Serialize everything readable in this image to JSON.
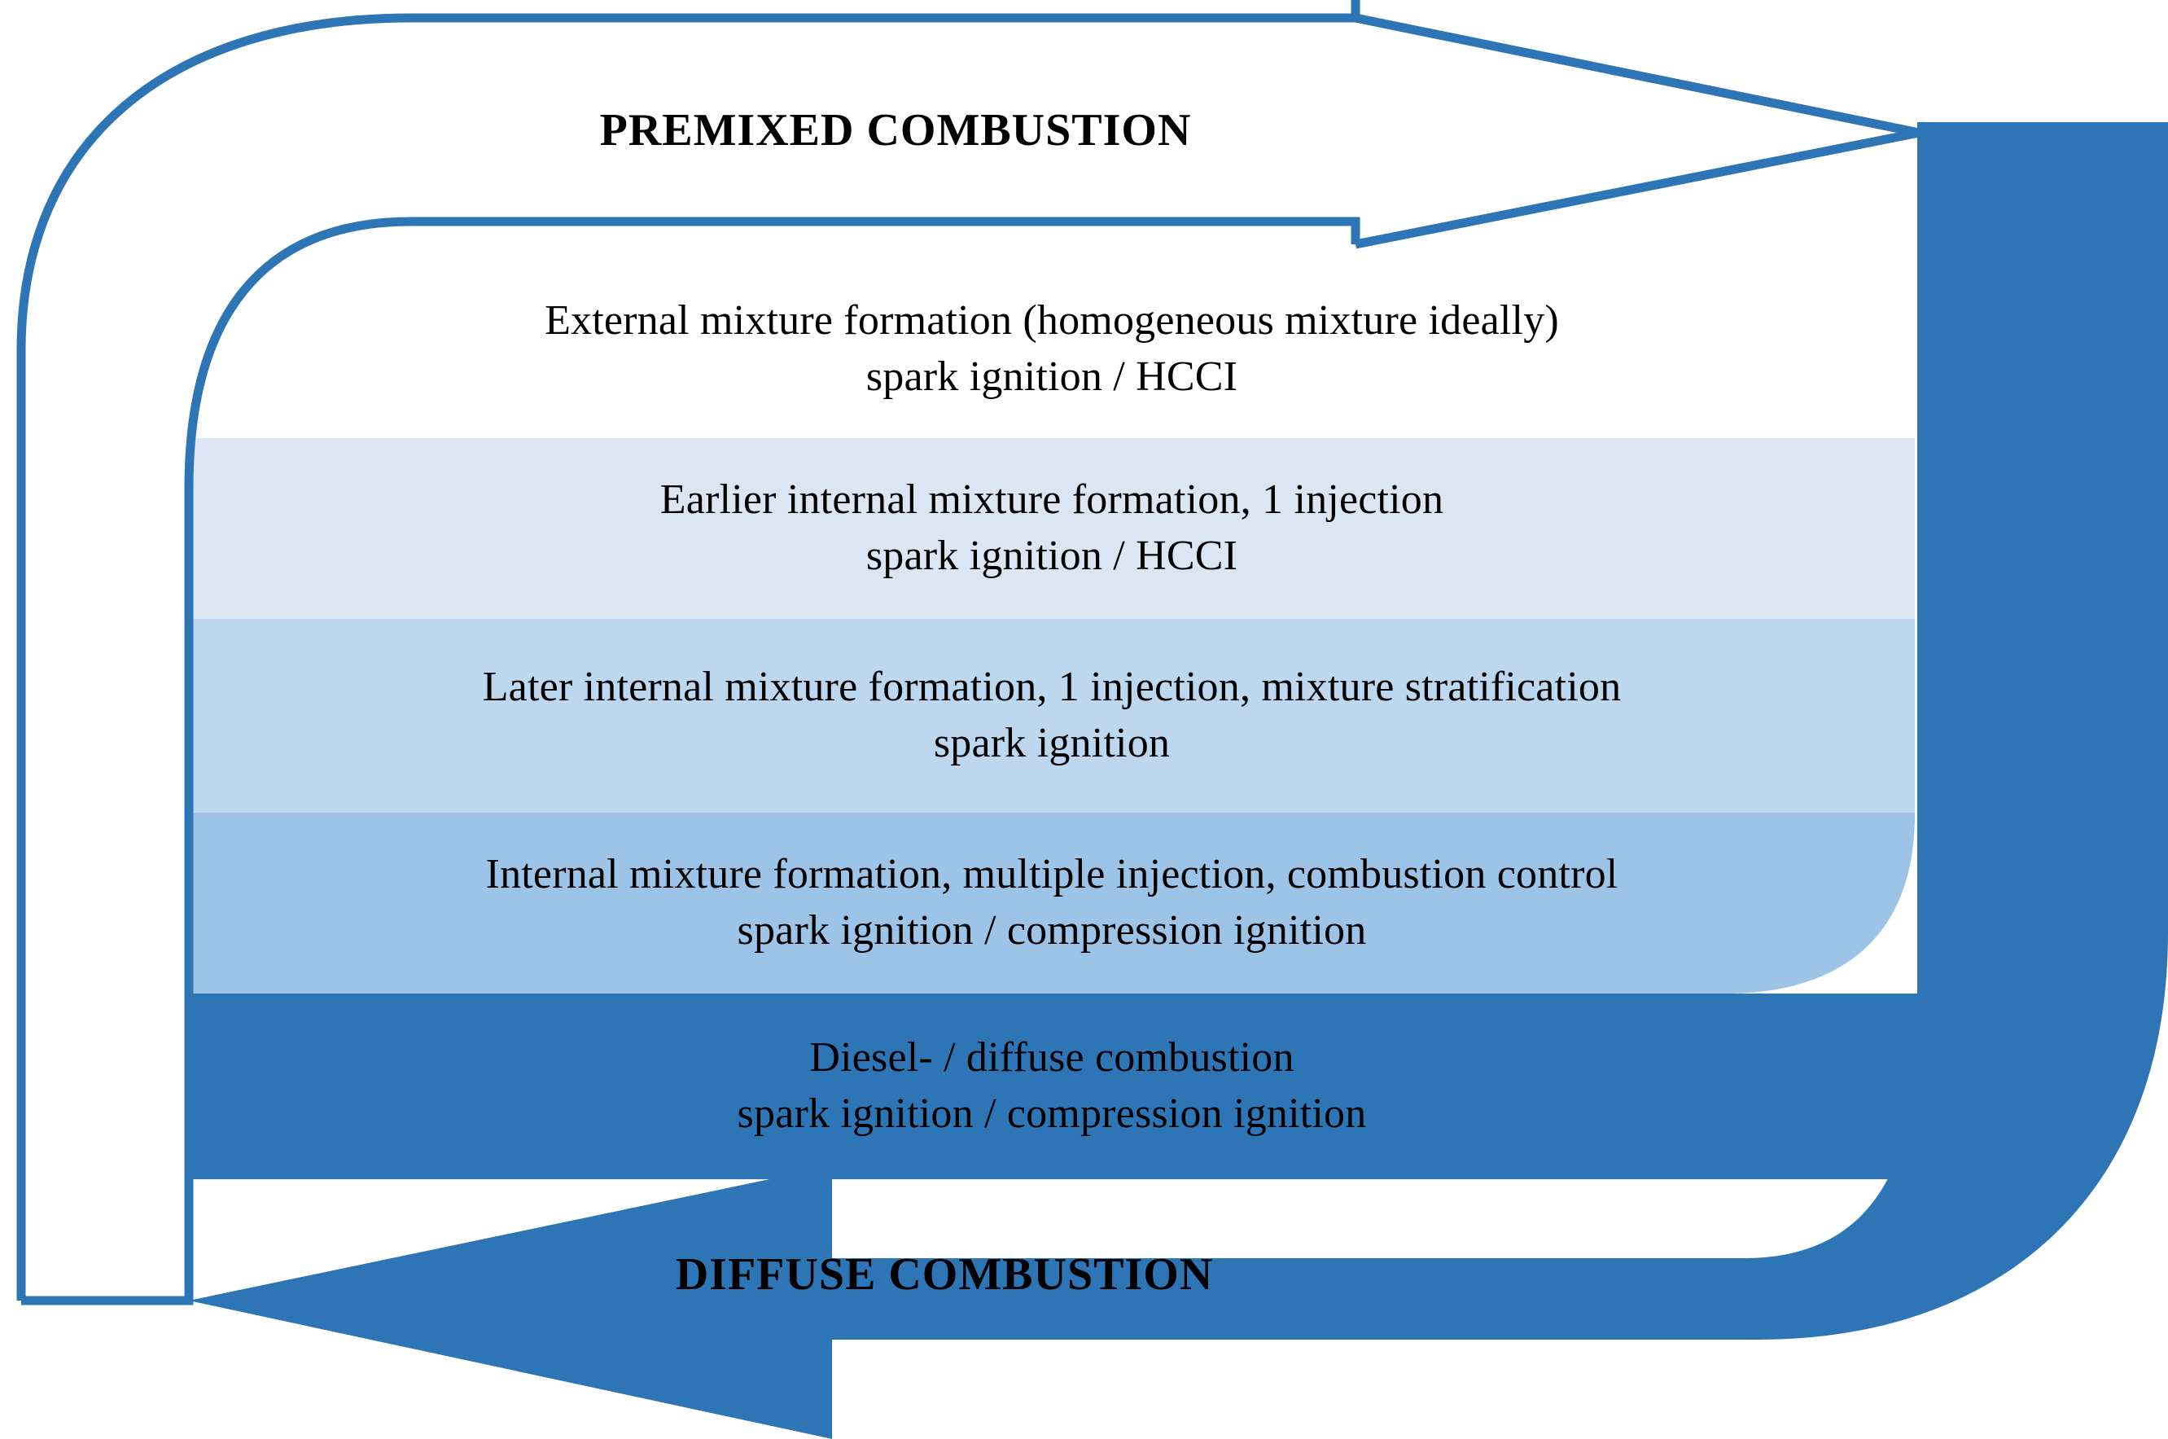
{
  "diagram": {
    "title_top": "PREMIXED COMBUSTION",
    "title_bottom": "DIFFUSE COMBUSTION",
    "colors": {
      "accent_blue": "#2E75B6",
      "band_1": "#FFFFFF",
      "band_2": "#DCE6F2",
      "band_3": "#BDD7EE",
      "band_4": "#9DC3E6",
      "band_5": "#2E75B6",
      "text": "#000000"
    },
    "rows": [
      {
        "id": "row-1",
        "fill": "#FFFFFF",
        "line1": "External mixture formation (homogeneous mixture ideally)",
        "line2": "spark ignition / HCCI"
      },
      {
        "id": "row-2",
        "fill": "#DCE6F2",
        "line1": "Earlier internal mixture formation, 1 injection",
        "line2": "spark ignition / HCCI"
      },
      {
        "id": "row-3",
        "fill": "#BDD7EE",
        "line1": "Later internal mixture formation, 1 injection, mixture stratification",
        "line2": "spark ignition"
      },
      {
        "id": "row-4",
        "fill": "#9DC3E6",
        "line1": "Internal mixture formation, multiple injection, combustion control",
        "line2": "spark ignition / compression ignition"
      },
      {
        "id": "row-5",
        "fill": "#2E75B6",
        "line1": "Diesel- / diffuse combustion",
        "line2": "spark ignition / compression ignition"
      }
    ],
    "arrows": [
      {
        "id": "premixed-arrow",
        "label": "PREMIXED COMBUSTION",
        "style": "outline",
        "direction": "clockwise-right"
      },
      {
        "id": "diffuse-arrow",
        "label": "DIFFUSE COMBUSTION",
        "style": "filled",
        "direction": "counterclockwise-left"
      }
    ]
  }
}
